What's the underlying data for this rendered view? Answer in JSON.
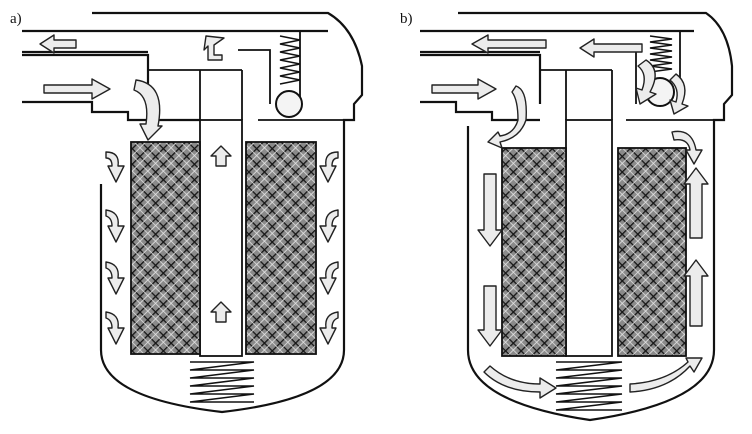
{
  "panels": [
    {
      "id": "a",
      "label": "a)",
      "flow": "through-filter"
    },
    {
      "id": "b",
      "label": "b)",
      "flow": "bypass"
    }
  ],
  "colors": {
    "ink": "#111111",
    "arrow_fill": "#ececec",
    "background": "#ffffff"
  }
}
